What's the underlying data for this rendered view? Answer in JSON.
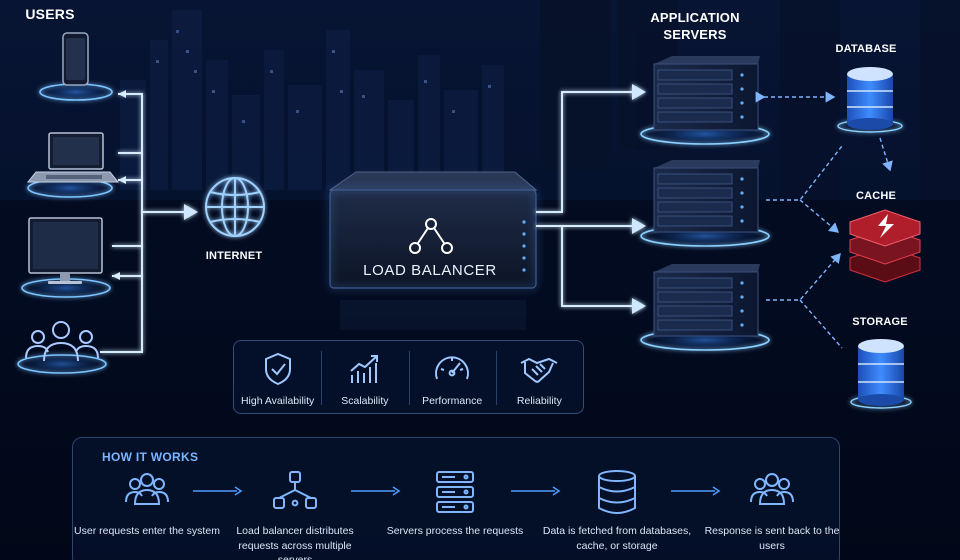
{
  "labels": {
    "users": "USERS",
    "internet": "INTERNET",
    "application_servers": "APPLICATION SERVERS",
    "load_balancer": "LOAD BALANCER",
    "database": "DATABASE",
    "cache": "CACHE",
    "storage": "STORAGE"
  },
  "features": [
    {
      "label": "High Availability",
      "icon": "shield-check-icon"
    },
    {
      "label": "Scalability",
      "icon": "growth-chart-icon"
    },
    {
      "label": "Performance",
      "icon": "speedometer-icon"
    },
    {
      "label": "Reliability",
      "icon": "handshake-icon"
    }
  ],
  "how_it_works": {
    "title": "HOW IT WORKS",
    "steps": [
      {
        "text": "User requests enter the system",
        "icon": "users-icon"
      },
      {
        "text": "Load balancer distributes requests across multiple servers",
        "icon": "distribution-icon"
      },
      {
        "text": "Servers process the requests",
        "icon": "server-rack-icon"
      },
      {
        "text": "Data is fetched from databases, cache, or storage",
        "icon": "database-icon"
      },
      {
        "text": "Response is sent back to the users",
        "icon": "users-icon"
      }
    ]
  },
  "colors": {
    "background": "#02091c",
    "accent": "#4aa3ff",
    "glow": "#bfe3ff",
    "cache_red": "#c8202e",
    "panel_border": "#6e96dc"
  }
}
